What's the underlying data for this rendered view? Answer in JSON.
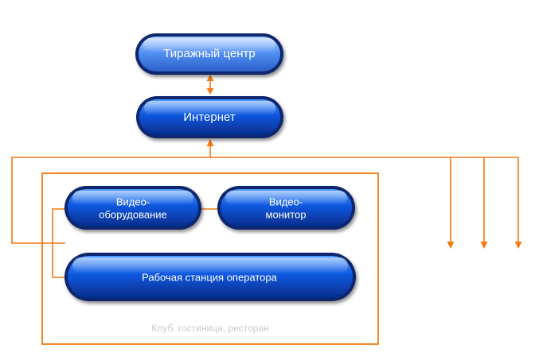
{
  "nodes": {
    "print_center": {
      "label": "Тиражный центр"
    },
    "internet": {
      "label": "Интернет"
    },
    "video_equipment": {
      "label_line1": "Видео-",
      "label_line2": "оборудование"
    },
    "video_monitor": {
      "label_line1": "Видео-",
      "label_line2": "монитор"
    },
    "operator_workstation": {
      "label": "Рабочая станция оператора"
    }
  },
  "container": {
    "caption": "Клуб, гостиница, ресторан"
  },
  "colors": {
    "node_blue": "#0a49c8",
    "node_dark": "#06256e",
    "connector_orange": "#f47a12",
    "caption_gray": "#c9c9c9"
  }
}
